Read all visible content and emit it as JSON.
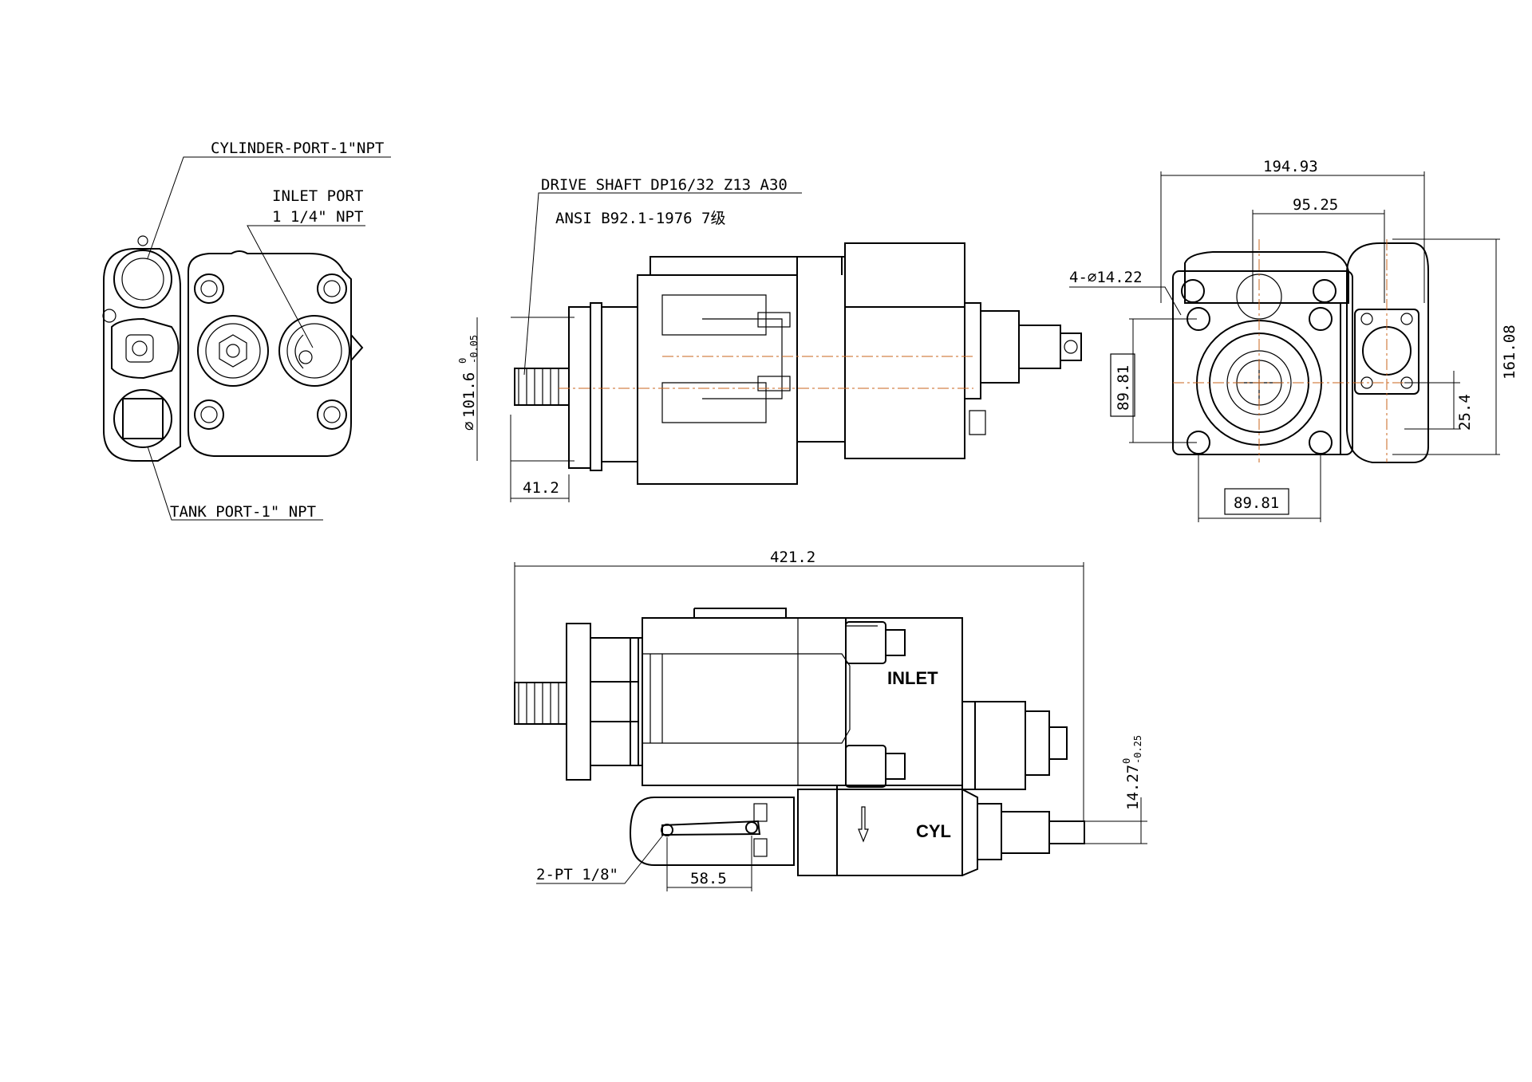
{
  "labels": {
    "cylinder_port": "CYLINDER-PORT-1\"NPT",
    "inlet_port_l1": "INLET PORT",
    "inlet_port_l2": "1 1/4\" NPT",
    "tank_port": "TANK PORT-1\" NPT",
    "drive_shaft_l1": "DRIVE SHAFT DP16/32 Z13 A30",
    "drive_shaft_l2": "ANSI B92.1-1976 7级",
    "pt_port": "2-PT 1/8\"",
    "inlet_mark": "INLET",
    "cyl_mark": "CYL"
  },
  "dimensions": {
    "flange_dia": "101.6",
    "flange_dia_tol_upper": "0",
    "flange_dia_tol_lower": "-0.05",
    "shaft_len": "41.2",
    "overall_width": "194.93",
    "bolt_span_top": "95.25",
    "bolt_holes": "4-∅14.22",
    "bolt_span_left": "89.81",
    "bolt_span_bottom": "89.81",
    "height": "161.08",
    "offset": "25.4",
    "overall_length": "421.2",
    "key_width": "14.27",
    "key_tol_upper": "0",
    "key_tol_lower": "-0.25",
    "pt_spacing": "58.5"
  }
}
